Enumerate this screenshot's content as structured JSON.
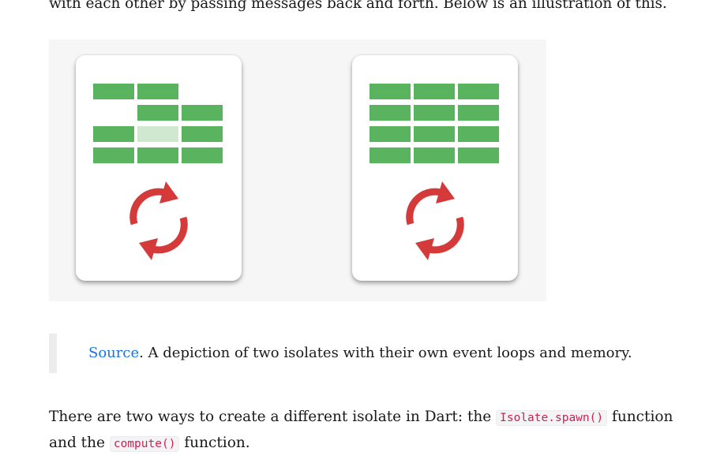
{
  "intro": {
    "text": "with each other by passing messages back and forth. Below is an illustration of this."
  },
  "figure": {
    "colors": {
      "cell": "#5ab35e",
      "cell_light": "#cfe8cf",
      "arrows": "#d43a3a",
      "background": "#f6f6f6"
    },
    "icon": "sync-arrows-icon"
  },
  "caption": {
    "link_text": "Source",
    "text": ". A depiction of two isolates with their own event loops and memory."
  },
  "paragraph": {
    "part1": "There are two ways to create a different isolate in Dart: the ",
    "code1": "Isolate.spawn()",
    "part2": " function and the ",
    "code2": "compute()",
    "part3": " function."
  }
}
